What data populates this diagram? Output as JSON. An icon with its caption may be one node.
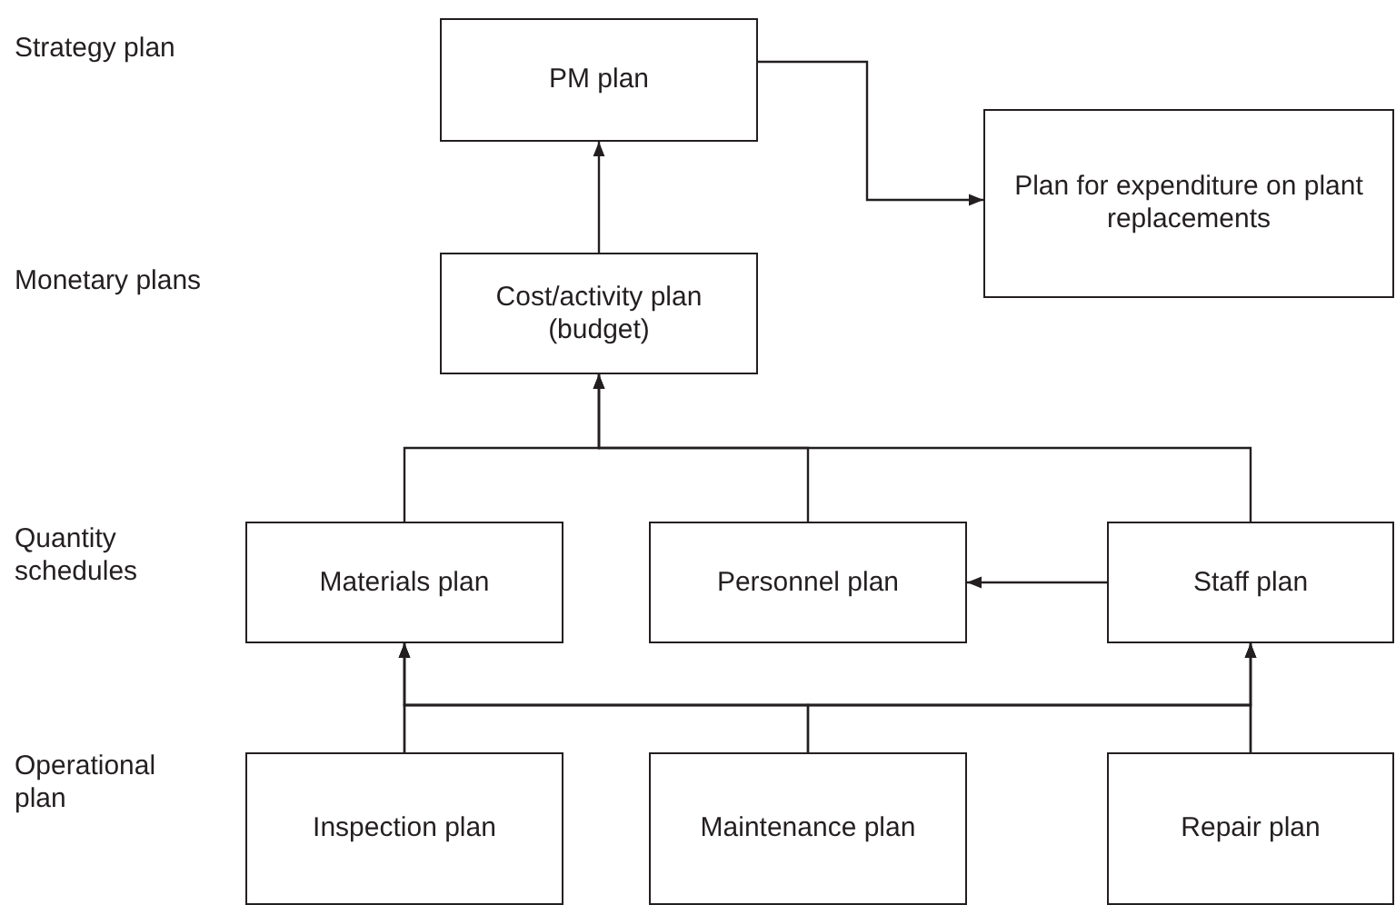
{
  "diagram": {
    "nodes": [
      {
        "text": [
          "PM plan"
        ]
      },
      {
        "text": [
          "Plan for expenditure on plant replacements"
        ]
      },
      {
        "text": [
          "Cost/activity plan (budget)"
        ]
      },
      {
        "text": [
          "Materials plan"
        ]
      },
      {
        "text": [
          "Personnel plan"
        ]
      },
      {
        "text": [
          "Staff plan"
        ]
      },
      {
        "text": [
          "Inspection plan"
        ]
      },
      {
        "text": [
          "Maintenance plan"
        ]
      },
      {
        "text": [
          "Repair plan"
        ]
      }
    ],
    "edges": [
      {
        "from": 0,
        "to": 1,
        "arrow": "to"
      },
      {
        "from": 2,
        "to": 0,
        "arrow": "to"
      },
      {
        "from": 3,
        "to": 2,
        "arrow": "to"
      },
      {
        "from": 4,
        "to": 2,
        "arrow": "to"
      },
      {
        "from": 5,
        "to": 2,
        "arrow": "to"
      },
      {
        "from": 5,
        "to": 4,
        "arrow": "to"
      },
      {
        "from": 6,
        "to": 3,
        "arrow": "to"
      },
      {
        "from": 6,
        "to": 5,
        "arrow": "to"
      },
      {
        "from": 7,
        "to": 3,
        "arrow": "to"
      },
      {
        "from": 7,
        "to": 5,
        "arrow": "to"
      },
      {
        "from": 8,
        "to": 3,
        "arrow": "to"
      },
      {
        "from": 8,
        "to": 5,
        "arrow": "to"
      }
    ],
    "labels": [
      "Strategy plan",
      "Monetary plans",
      "Quantity schedules",
      "Operational plan"
    ]
  }
}
